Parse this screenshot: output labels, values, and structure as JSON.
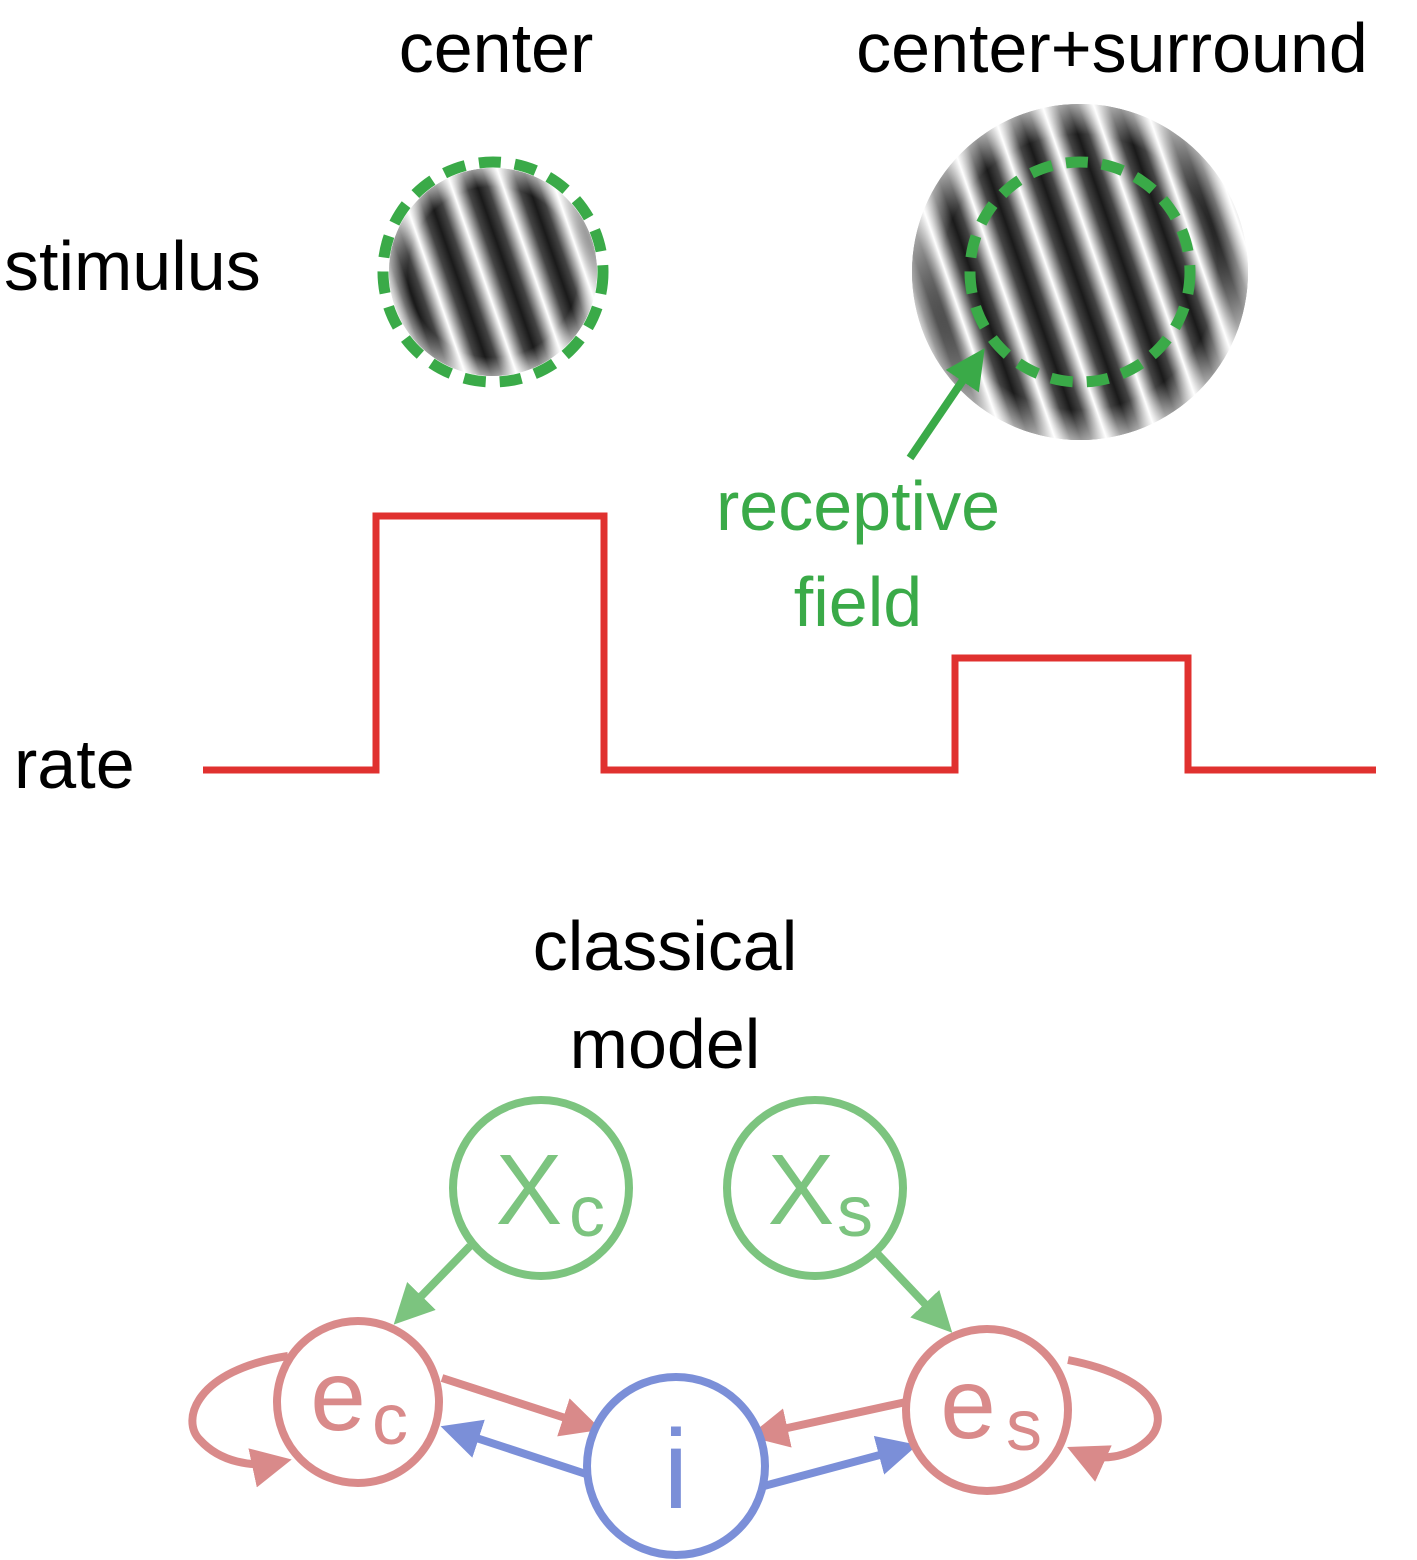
{
  "columns": {
    "center": "center",
    "center_surround": "center+surround"
  },
  "rows": {
    "stimulus": "stimulus",
    "rate": "rate"
  },
  "annotation": {
    "line1": "receptive",
    "line2": "field"
  },
  "model": {
    "title_line1": "classical",
    "title_line2": "model",
    "nodes": {
      "xc": {
        "main": "X",
        "sub": "c"
      },
      "xs": {
        "main": "X",
        "sub": "s"
      },
      "ec": {
        "main": "e",
        "sub": "c"
      },
      "es": {
        "main": "e",
        "sub": "s"
      },
      "i": {
        "main": "i"
      }
    }
  },
  "colors": {
    "text": "#000000",
    "receptive_field": "#3aaa48",
    "rate_trace": "#e0312f",
    "input_nodes": "#7cc47f",
    "excitatory_nodes": "#d98a8a",
    "inhibitory_node": "#7b8fd8"
  }
}
